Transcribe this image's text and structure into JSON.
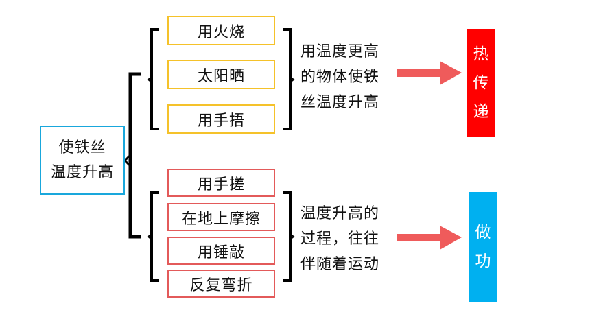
{
  "root": {
    "line1": "使铁丝",
    "line2": "温度升高"
  },
  "heat_group": {
    "methods": [
      "用火烧",
      "太阳晒",
      "用手捂"
    ],
    "description": [
      "用温度更高",
      "的物体使铁",
      "丝温度升高"
    ],
    "result": [
      "热",
      "传",
      "递"
    ]
  },
  "work_group": {
    "methods": [
      "用手搓",
      "在地上摩擦",
      "用锤敲",
      "反复弯折"
    ],
    "description": [
      "温度升高的",
      "过程，往往",
      "伴随着运动"
    ],
    "result": [
      "做",
      "功"
    ]
  },
  "colors": {
    "root_border": "#19a7dc",
    "heat_border": "#f5c22a",
    "work_border": "#e35a5a",
    "arrow": "#ef5b5b",
    "heat_result": "#ff0000",
    "work_result": "#00b0f0"
  }
}
